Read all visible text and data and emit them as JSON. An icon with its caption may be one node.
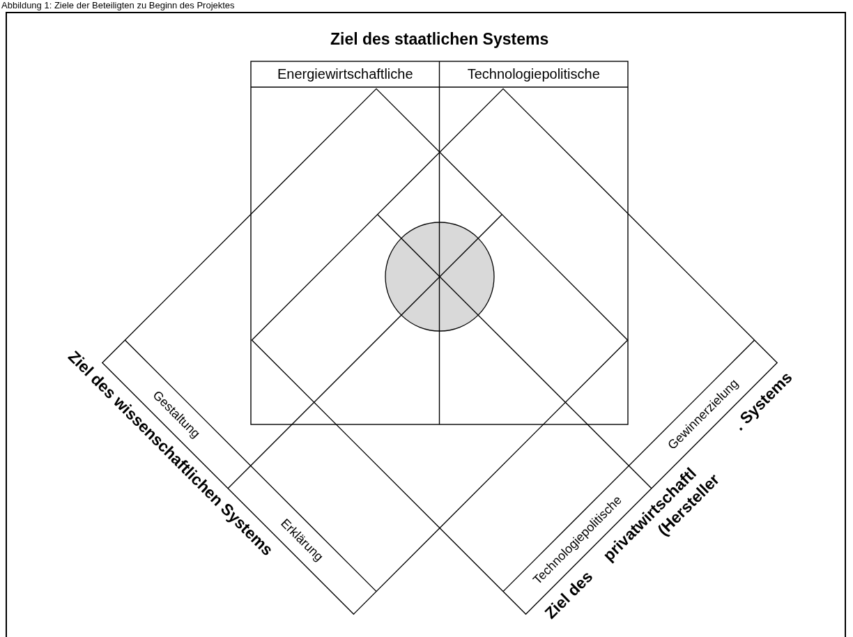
{
  "diagram": {
    "caption": "Abbildung 1: Ziele der Beteiligten zu Beginn des Projektes",
    "nodes": [
      {
        "text": [
          "Energiewirtschaftliche"
        ]
      },
      {
        "text": [
          "Technologiepolitische"
        ]
      },
      {
        "text": [
          "Gestaltung"
        ]
      },
      {
        "text": [
          "Erklärung"
        ]
      },
      {
        "text": [
          "Technologiepolitische"
        ]
      },
      {
        "text": [
          "Gewinnerzielung"
        ]
      }
    ],
    "labels": [
      "Ziel des staatlichen Systems",
      "Ziel des wissenschaftlichen Systems",
      "Ziel des",
      "privatwirtschaftl",
      "(Hersteller",
      ". Systems"
    ]
  }
}
